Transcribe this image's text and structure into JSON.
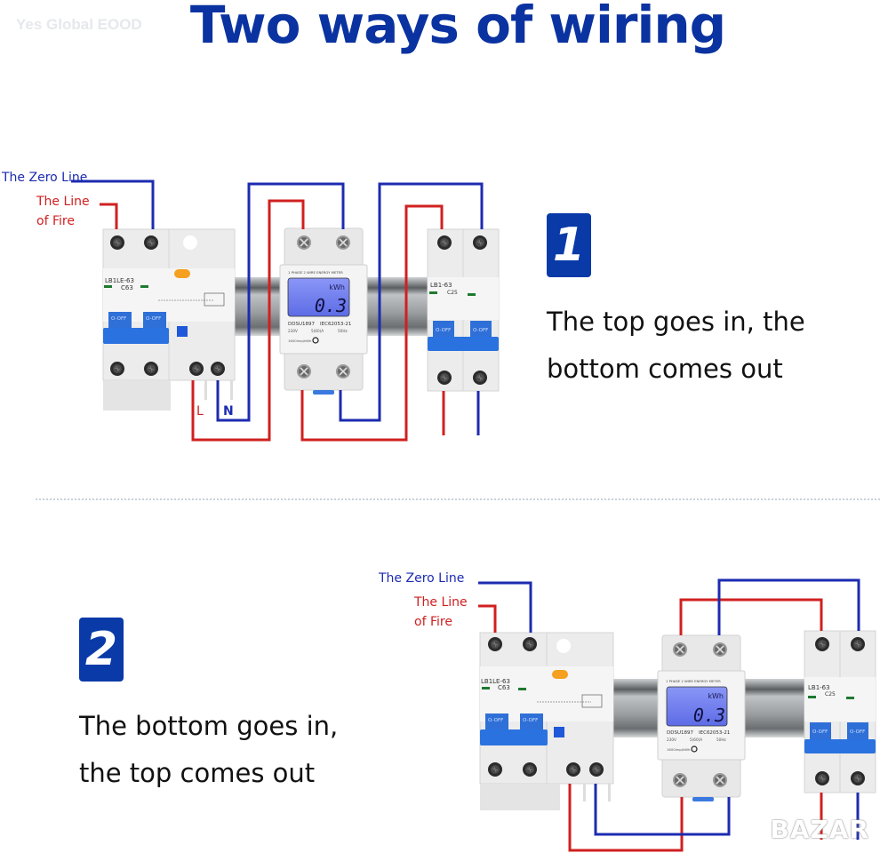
{
  "header": {
    "title": "Two ways of wiring",
    "watermark": "Yes Global EOOD"
  },
  "colors": {
    "title_blue": "#0a32a0",
    "zero_line_blue": "#1c2bb0",
    "fire_line_red": "#d02020",
    "badge_blue": "#0a3aa8",
    "switch_blue": "#2f6fd8",
    "lcd_blue": "#6f7ef0"
  },
  "legend": {
    "zero_line": "The Zero Line",
    "fire_line_1": "The Line",
    "fire_line_2": "of Fire",
    "terminal_L": "L",
    "terminal_N": "N"
  },
  "devices": {
    "rcbo": {
      "model": "LB1LE-63",
      "rating": "C63",
      "switch_label": "O-OFF"
    },
    "meter": {
      "heading": "1 PHASE 2 WIRE ENERGY METER",
      "unit": "kWh",
      "reading": "0.3",
      "model": "DDSU1897",
      "standard": "IEC62053-21",
      "voltage": "230V",
      "current": "5(60)A",
      "frequency": "50Hz",
      "impulse": "1600imp/kWh"
    },
    "mcb": {
      "model": "LB1-63",
      "rating": "C25",
      "switch_label": "O-OFF"
    }
  },
  "methods": [
    {
      "number": "1",
      "line1": "The top goes in, the",
      "line2": "bottom comes out"
    },
    {
      "number": "2",
      "line1": "The bottom goes in,",
      "line2": "the top comes out"
    }
  ],
  "footer": {
    "marketplace_watermark": "BAZAR"
  }
}
